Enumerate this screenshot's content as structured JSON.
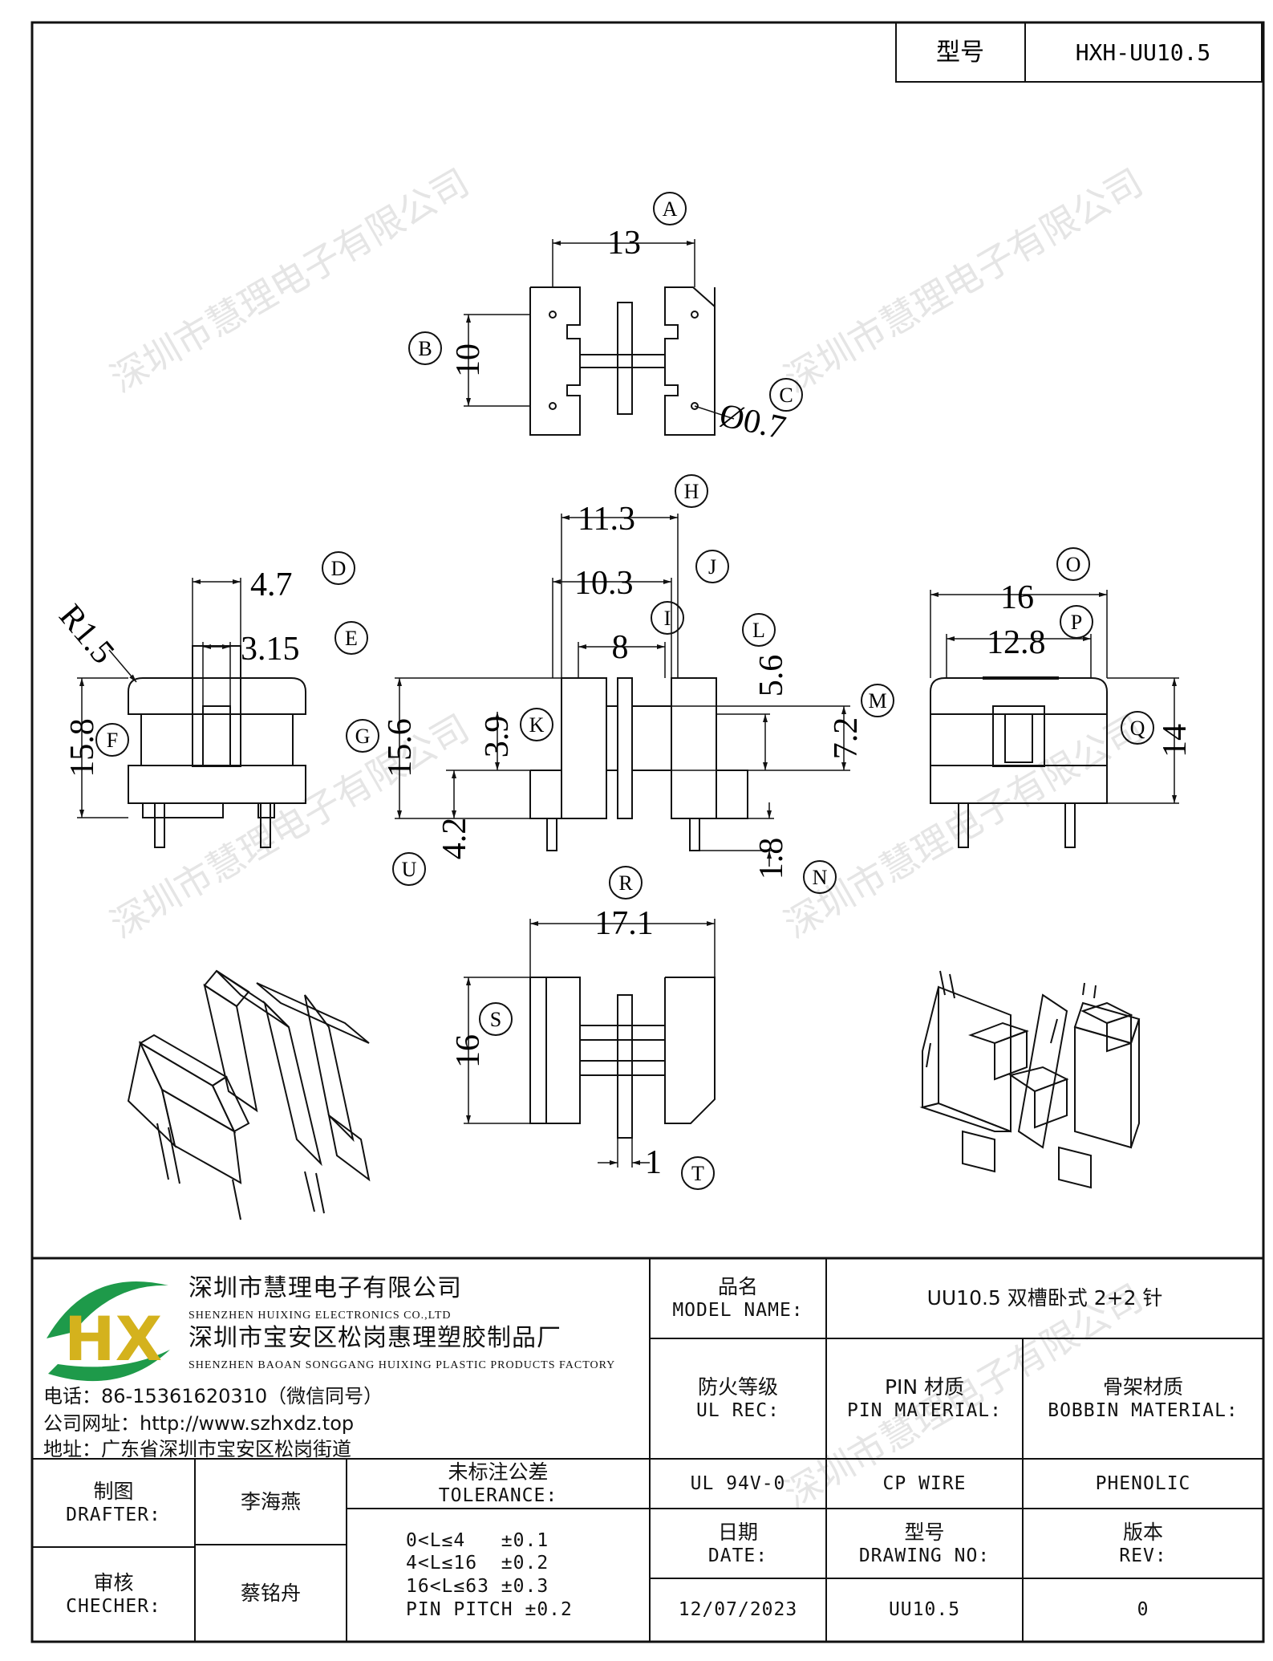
{
  "header": {
    "type_label": "型号",
    "type_value": "HXH-UU10.5"
  },
  "watermark": "深圳市慧理电子有限公司",
  "dimensions": {
    "A": "13",
    "B": "10",
    "C": "Ø0.7",
    "D": "4.7",
    "E": "3.15",
    "F": "15.8",
    "R15": "R1.5",
    "G": "15.6",
    "H": "11.3",
    "I": "8",
    "J": "10.3",
    "K": "3.9",
    "L": "5.6",
    "M": "7.2",
    "N": "1.8",
    "U": "4.2",
    "O": "16",
    "P": "12.8",
    "Q": "14",
    "R": "17.1",
    "S": "16",
    "T": "1"
  },
  "labels": [
    "A",
    "B",
    "C",
    "D",
    "E",
    "F",
    "G",
    "H",
    "I",
    "J",
    "K",
    "L",
    "M",
    "N",
    "O",
    "P",
    "Q",
    "R",
    "S",
    "T",
    "U"
  ],
  "company": {
    "name_cn": "深圳市慧理电子有限公司",
    "name_en": "SHENZHEN HUIXING ELECTRONICS CO.,LTD",
    "factory_cn": "深圳市宝安区松岗惠理塑胶制品厂",
    "factory_en": "SHENZHEN BAOAN SONGGANG HUIXING PLASTIC PRODUCTS FACTORY",
    "phone": "电话：86-15361620310（微信同号）",
    "website": "公司网址：http://www.szhxdz.top",
    "address": "地址：广东省深圳市宝安区松岗街道",
    "logo_text": "HX"
  },
  "title_block": {
    "model_name_cn": "品名",
    "model_name_en": "MODEL NAME:",
    "model_name_value": "UU10.5 双槽卧式 2+2 针",
    "ul_cn": "防火等级",
    "ul_en": "UL REC:",
    "pin_cn": "PIN 材质",
    "pin_en": "PIN MATERIAL:",
    "bobbin_cn": "骨架材质",
    "bobbin_en": "BOBBIN MATERIAL:",
    "ul_value": "UL 94V-0",
    "pin_value": "CP WIRE",
    "bobbin_value": "PHENOLIC",
    "drafter_cn": "制图",
    "drafter_en": "DRAFTER:",
    "drafter_value": "李海燕",
    "checker_cn": "审核",
    "checker_en": "CHECHER:",
    "checker_value": "蔡铭舟",
    "tolerance_cn": "未标注公差",
    "tolerance_en": "TOLERANCE:",
    "tolerance_lines": [
      "0<L≤4   ±0.1",
      "4<L≤16  ±0.2",
      "16<L≤63 ±0.3",
      "PIN PITCH ±0.2"
    ],
    "date_cn": "日期",
    "date_en": "DATE:",
    "drawing_cn": "型号",
    "drawing_en": "DRAWING NO:",
    "rev_cn": "版本",
    "rev_en": "REV:",
    "date_value": "12/07/2023",
    "drawing_value": "UU10.5",
    "rev_value": "0"
  }
}
